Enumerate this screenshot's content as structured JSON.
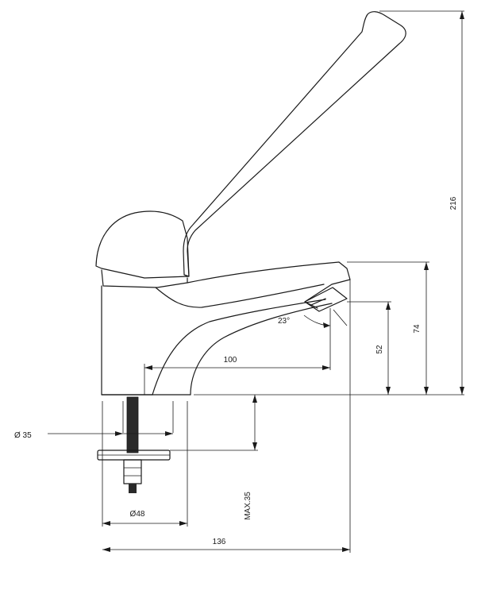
{
  "dimensions": {
    "total_height": "216",
    "spout_height": "74",
    "outlet_height": "52",
    "spout_angle": "23°",
    "spout_reach": "100",
    "hole_diameter": "Ø 35",
    "flange_diameter": "Ø48",
    "max_deck_thickness": "MAX.35",
    "total_length": "136"
  }
}
